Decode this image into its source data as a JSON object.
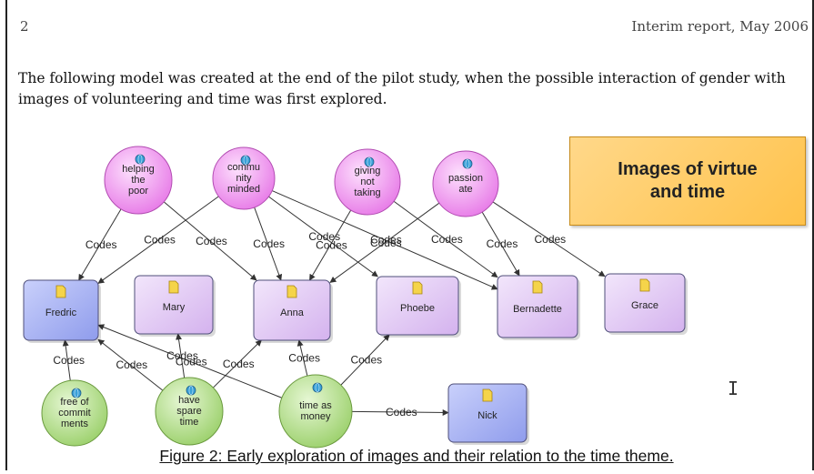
{
  "header": {
    "page_number": "2",
    "running_head": "Interim report, May 2006"
  },
  "intro_text": "The  following model was created at the end of the pilot study, when the possible interaction of gender with images of volunteering and time was first explored.",
  "title_box": "Images of virtue and time",
  "caption": "Figure 2: Early exploration of images and their relation to the time theme.",
  "diagram": {
    "code_nodes": [
      {
        "id": "helping",
        "label": [
          "helping",
          "the",
          "poor"
        ],
        "color": "#f09af0"
      },
      {
        "id": "community",
        "label": [
          "commu",
          "nity",
          "minded"
        ],
        "color": "#f09af0"
      },
      {
        "id": "giving",
        "label": [
          "giving",
          "not",
          "taking"
        ],
        "color": "#f09af0"
      },
      {
        "id": "passion",
        "label": [
          "passion",
          "ate"
        ],
        "color": "#f09af0"
      },
      {
        "id": "free",
        "label": [
          "free of",
          "commit",
          "ments"
        ],
        "color": "#b6e28c"
      },
      {
        "id": "spare",
        "label": [
          "have",
          "spare",
          "time"
        ],
        "color": "#b6e28c"
      },
      {
        "id": "money",
        "label": [
          "time as",
          "money"
        ],
        "color": "#b6e28c"
      }
    ],
    "case_nodes": [
      {
        "id": "fredric",
        "label": "Fredric",
        "color": "#b3bcf5"
      },
      {
        "id": "mary",
        "label": "Mary",
        "color": "#e4c9f5"
      },
      {
        "id": "anna",
        "label": "Anna",
        "color": "#e4c9f5"
      },
      {
        "id": "phoebe",
        "label": "Phoebe",
        "color": "#e4c9f5"
      },
      {
        "id": "bernadette",
        "label": "Bernadette",
        "color": "#e4c9f5"
      },
      {
        "id": "grace",
        "label": "Grace",
        "color": "#e4c9f5"
      },
      {
        "id": "nick",
        "label": "Nick",
        "color": "#b3bcf5"
      }
    ],
    "edges": [
      {
        "from": "helping",
        "to": "fredric",
        "label": "Codes"
      },
      {
        "from": "helping",
        "to": "anna",
        "label": "Codes"
      },
      {
        "from": "community",
        "to": "fredric",
        "label": "Codes"
      },
      {
        "from": "community",
        "to": "anna",
        "label": "Codes"
      },
      {
        "from": "community",
        "to": "phoebe",
        "label": "Codes"
      },
      {
        "from": "community",
        "to": "bernadette",
        "label": "Codes"
      },
      {
        "from": "giving",
        "to": "anna",
        "label": "Codes"
      },
      {
        "from": "giving",
        "to": "bernadette",
        "label": "Codes"
      },
      {
        "from": "passion",
        "to": "anna",
        "label": "Codes"
      },
      {
        "from": "passion",
        "to": "bernadette",
        "label": "Codes"
      },
      {
        "from": "passion",
        "to": "grace",
        "label": "Codes"
      },
      {
        "from": "free",
        "to": "fredric",
        "label": "Codes"
      },
      {
        "from": "spare",
        "to": "fredric",
        "label": "Codes"
      },
      {
        "from": "spare",
        "to": "mary",
        "label": "Codes"
      },
      {
        "from": "spare",
        "to": "anna",
        "label": "Codes"
      },
      {
        "from": "money",
        "to": "fredric",
        "label": "Codes"
      },
      {
        "from": "money",
        "to": "anna",
        "label": "Codes"
      },
      {
        "from": "money",
        "to": "phoebe",
        "label": "Codes"
      },
      {
        "from": "money",
        "to": "nick",
        "label": "Codes"
      }
    ]
  }
}
